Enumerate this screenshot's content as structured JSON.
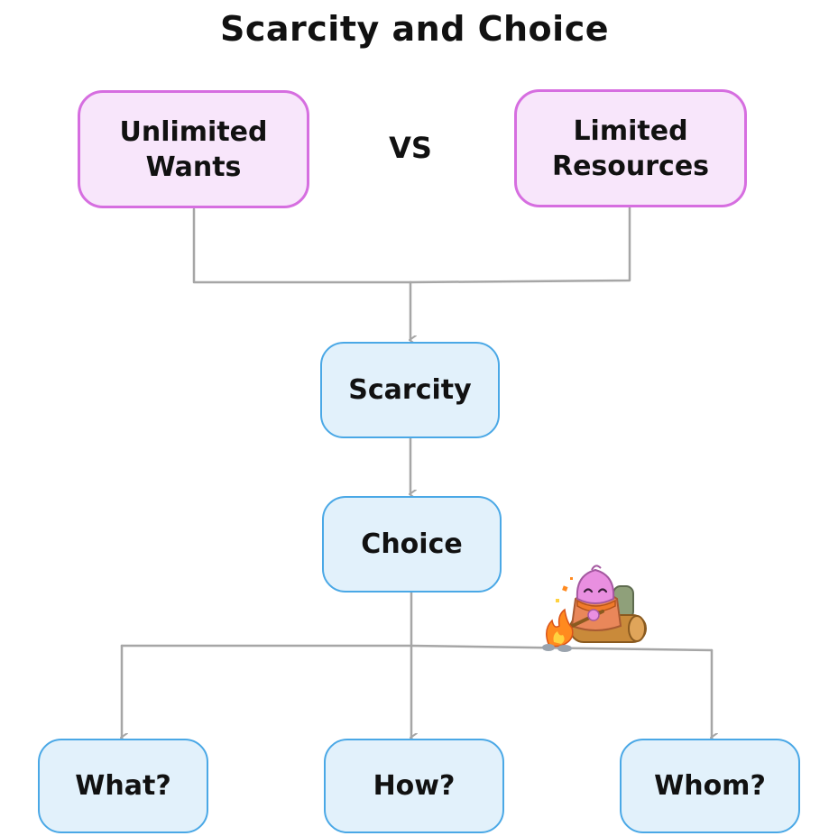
{
  "diagram": {
    "title": "Scarcity and Choice",
    "separator": "VS",
    "nodes": {
      "unlimited_wants": {
        "label": "Unlimited Wants",
        "line1": "Unlimited",
        "line2": "Wants"
      },
      "limited_resources": {
        "label": "Limited Resources",
        "line1": "Limited",
        "line2": "Resources"
      },
      "scarcity": {
        "label": "Scarcity"
      },
      "choice": {
        "label": "Choice"
      },
      "what": {
        "label": "What?"
      },
      "how": {
        "label": "How?"
      },
      "whom": {
        "label": "Whom?"
      }
    },
    "edges": [
      {
        "from": "Unlimited Wants",
        "to": "Scarcity"
      },
      {
        "from": "Limited Resources",
        "to": "Scarcity"
      },
      {
        "from": "Scarcity",
        "to": "Choice"
      },
      {
        "from": "Choice",
        "to": "What?"
      },
      {
        "from": "Choice",
        "to": "How?"
      },
      {
        "from": "Choice",
        "to": "Whom?"
      }
    ]
  },
  "colors": {
    "input_fill": "#f8e6fb",
    "input_border": "#d66ee0",
    "process_fill": "#e2f1fb",
    "process_border": "#4aa8e6",
    "connector": "#a6a6a6"
  },
  "decorations": {
    "mascot_icon": "campfire-mascot-icon"
  }
}
